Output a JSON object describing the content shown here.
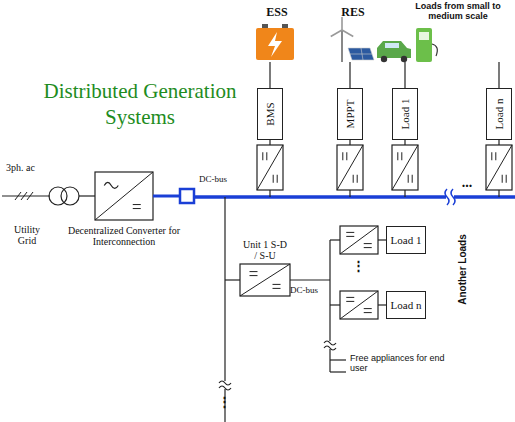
{
  "diagram": {
    "title": "Distributed Generation Systems",
    "nodes": [
      {
        "text": [
          "BMS"
        ]
      },
      {
        "text": [
          "MPPT"
        ]
      },
      {
        "text": [
          "Load 1"
        ]
      },
      {
        "text": [
          "Load n"
        ]
      },
      {
        "text": [
          "Decentralized Converter for Interconnection"
        ]
      },
      {
        "text": [
          "Unit 1 S-D / S-U"
        ]
      },
      {
        "text": [
          "Load 1"
        ]
      },
      {
        "text": [
          "Load n"
        ]
      }
    ],
    "labels": [
      "ESS",
      "RES",
      "Loads from small to medium scale",
      "3ph. ac",
      "Utility Grid",
      "DC-bus",
      "DC-bus",
      "Another Loads",
      "Free appliances for end user",
      "...",
      "⋮",
      "⋮"
    ]
  }
}
